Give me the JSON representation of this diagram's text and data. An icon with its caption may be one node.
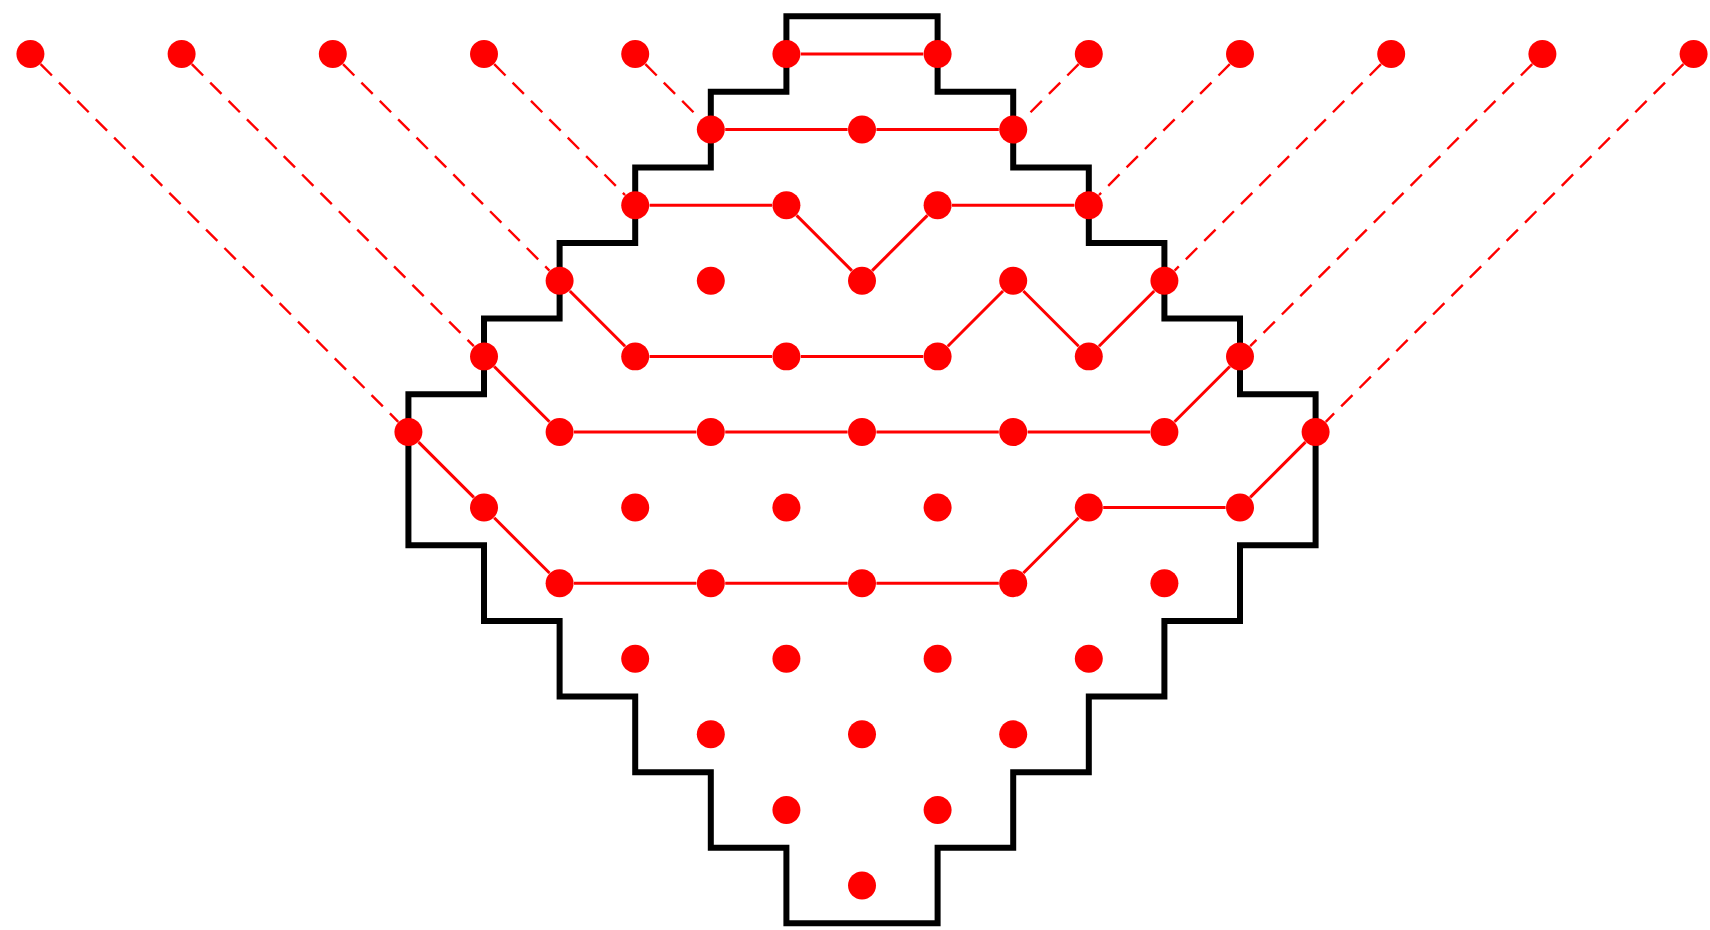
{
  "diagram": {
    "nodes": [
      {
        "text": [],
        "shape": "circle"
      },
      {
        "text": [],
        "shape": "circle"
      },
      {
        "text": [],
        "shape": "circle"
      },
      {
        "text": [],
        "shape": "circle"
      },
      {
        "text": [],
        "shape": "circle"
      },
      {
        "text": [],
        "shape": "circle"
      },
      {
        "text": [],
        "shape": "circle"
      },
      {
        "text": [],
        "shape": "circle"
      },
      {
        "text": [],
        "shape": "circle"
      },
      {
        "text": [],
        "shape": "circle"
      },
      {
        "text": [],
        "shape": "circle"
      },
      {
        "text": [],
        "shape": "circle"
      },
      {
        "text": [],
        "shape": "circle"
      },
      {
        "text": [],
        "shape": "circle"
      },
      {
        "text": [],
        "shape": "circle"
      },
      {
        "text": [],
        "shape": "circle"
      },
      {
        "text": [],
        "shape": "circle"
      },
      {
        "text": [],
        "shape": "circle"
      },
      {
        "text": [],
        "shape": "circle"
      },
      {
        "text": [],
        "shape": "circle"
      },
      {
        "text": [],
        "shape": "circle"
      },
      {
        "text": [],
        "shape": "circle"
      },
      {
        "text": [],
        "shape": "circle"
      },
      {
        "text": [],
        "shape": "circle"
      },
      {
        "text": [],
        "shape": "circle"
      },
      {
        "text": [],
        "shape": "circle"
      },
      {
        "text": [],
        "shape": "circle"
      },
      {
        "text": [],
        "shape": "circle"
      },
      {
        "text": [],
        "shape": "circle"
      },
      {
        "text": [],
        "shape": "circle"
      },
      {
        "text": [],
        "shape": "circle"
      },
      {
        "text": [],
        "shape": "circle"
      },
      {
        "text": [],
        "shape": "circle"
      },
      {
        "text": [],
        "shape": "circle"
      },
      {
        "text": [],
        "shape": "circle"
      },
      {
        "text": [],
        "shape": "circle"
      },
      {
        "text": [],
        "shape": "circle"
      },
      {
        "text": [],
        "shape": "circle"
      },
      {
        "text": [],
        "shape": "circle"
      },
      {
        "text": [],
        "shape": "circle"
      },
      {
        "text": [],
        "shape": "circle"
      },
      {
        "text": [],
        "shape": "circle"
      },
      {
        "text": [],
        "shape": "circle"
      },
      {
        "text": [],
        "shape": "circle"
      },
      {
        "text": [],
        "shape": "circle"
      },
      {
        "text": [],
        "shape": "circle"
      },
      {
        "text": [],
        "shape": "circle"
      },
      {
        "text": [],
        "shape": "circle"
      },
      {
        "text": [],
        "shape": "circle"
      },
      {
        "text": [],
        "shape": "circle"
      },
      {
        "text": [],
        "shape": "circle"
      },
      {
        "text": [],
        "shape": "circle"
      },
      {
        "text": [],
        "shape": "circle"
      },
      {
        "text": [],
        "shape": "circle"
      },
      {
        "text": [],
        "shape": "circle"
      },
      {
        "text": [],
        "shape": "circle"
      },
      {
        "text": [],
        "shape": "circle"
      },
      {
        "text": [],
        "shape": "circle"
      }
    ],
    "edges": [
      {
        "from": 5,
        "to": 6,
        "arrow": "none"
      },
      {
        "from": 12,
        "to": 13,
        "arrow": "none"
      },
      {
        "from": 13,
        "to": 14,
        "arrow": "none"
      },
      {
        "from": 15,
        "to": 16,
        "arrow": "none"
      },
      {
        "from": 16,
        "to": 21,
        "arrow": "none"
      },
      {
        "from": 21,
        "to": 17,
        "arrow": "none"
      },
      {
        "from": 17,
        "to": 18,
        "arrow": "none"
      },
      {
        "from": 19,
        "to": 25,
        "arrow": "none"
      },
      {
        "from": 25,
        "to": 26,
        "arrow": "none"
      },
      {
        "from": 26,
        "to": 27,
        "arrow": "none"
      },
      {
        "from": 27,
        "to": 22,
        "arrow": "none"
      },
      {
        "from": 22,
        "to": 28,
        "arrow": "none"
      },
      {
        "from": 28,
        "to": 23,
        "arrow": "none"
      },
      {
        "from": 24,
        "to": 31,
        "arrow": "none"
      },
      {
        "from": 31,
        "to": 32,
        "arrow": "none"
      },
      {
        "from": 32,
        "to": 33,
        "arrow": "none"
      },
      {
        "from": 33,
        "to": 34,
        "arrow": "none"
      },
      {
        "from": 34,
        "to": 35,
        "arrow": "none"
      },
      {
        "from": 35,
        "to": 29,
        "arrow": "none"
      },
      {
        "from": 30,
        "to": 37,
        "arrow": "none"
      },
      {
        "from": 37,
        "to": 43,
        "arrow": "none"
      },
      {
        "from": 43,
        "to": 44,
        "arrow": "none"
      },
      {
        "from": 44,
        "to": 45,
        "arrow": "none"
      },
      {
        "from": 45,
        "to": 46,
        "arrow": "none"
      },
      {
        "from": 46,
        "to": 41,
        "arrow": "none"
      },
      {
        "from": 41,
        "to": 42,
        "arrow": "none"
      },
      {
        "from": 42,
        "to": 36,
        "arrow": "none"
      },
      {
        "from": 0,
        "to": 30,
        "arrow": "none",
        "style": "dashed"
      },
      {
        "from": 1,
        "to": 24,
        "arrow": "none",
        "style": "dashed"
      },
      {
        "from": 2,
        "to": 19,
        "arrow": "none",
        "style": "dashed"
      },
      {
        "from": 3,
        "to": 15,
        "arrow": "none",
        "style": "dashed"
      },
      {
        "from": 4,
        "to": 12,
        "arrow": "none",
        "style": "dashed"
      },
      {
        "from": 7,
        "to": 14,
        "arrow": "none",
        "style": "dashed"
      },
      {
        "from": 8,
        "to": 18,
        "arrow": "none",
        "style": "dashed"
      },
      {
        "from": 9,
        "to": 23,
        "arrow": "none",
        "style": "dashed"
      },
      {
        "from": 10,
        "to": 29,
        "arrow": "none",
        "style": "dashed"
      },
      {
        "from": 11,
        "to": 36,
        "arrow": "none",
        "style": "dashed"
      }
    ]
  }
}
